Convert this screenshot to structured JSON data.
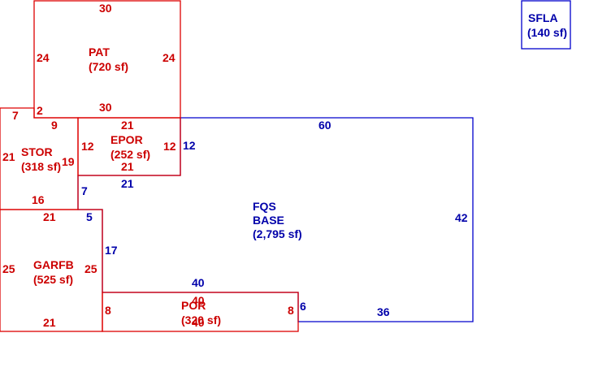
{
  "areas": {
    "pat": {
      "name": "PAT",
      "area": "(720 sf)",
      "dims": {
        "top": "30",
        "bottom": "30",
        "left": "24",
        "right": "24",
        "corner": "2"
      }
    },
    "stor": {
      "name": "STOR",
      "area": "(318 sf)",
      "dims": {
        "top": "7",
        "top_inner": "9",
        "left": "21",
        "right": "19",
        "bottom": "16"
      }
    },
    "epor": {
      "name": "EPOR",
      "area": "(252 sf)",
      "dims": {
        "top": "21",
        "bottom": "21",
        "left": "12",
        "right": "12"
      }
    },
    "fqs": {
      "name": "FQS",
      "name2": "BASE",
      "area": "(2,795 sf)",
      "dims": {
        "top": "60",
        "right": "42",
        "bottom": "36",
        "right_step": "6",
        "por_top": "40",
        "garage_right": "17",
        "garage_top": "5",
        "epor_left": "7",
        "epor_bottom": "21",
        "epor_right": "12"
      }
    },
    "garfb": {
      "name": "GARFB",
      "area": "(525 sf)",
      "dims": {
        "top": "21",
        "bottom": "21",
        "left": "25",
        "right": "25"
      }
    },
    "por": {
      "name": "POR",
      "area": "(320 sf)",
      "dims": {
        "top": "40",
        "bottom": "40",
        "left": "8",
        "right": "8"
      }
    },
    "sfla": {
      "name": "SFLA",
      "area": "(140 sf)"
    }
  },
  "colors": {
    "red": "#cc0000",
    "blue": "#0000aa"
  }
}
